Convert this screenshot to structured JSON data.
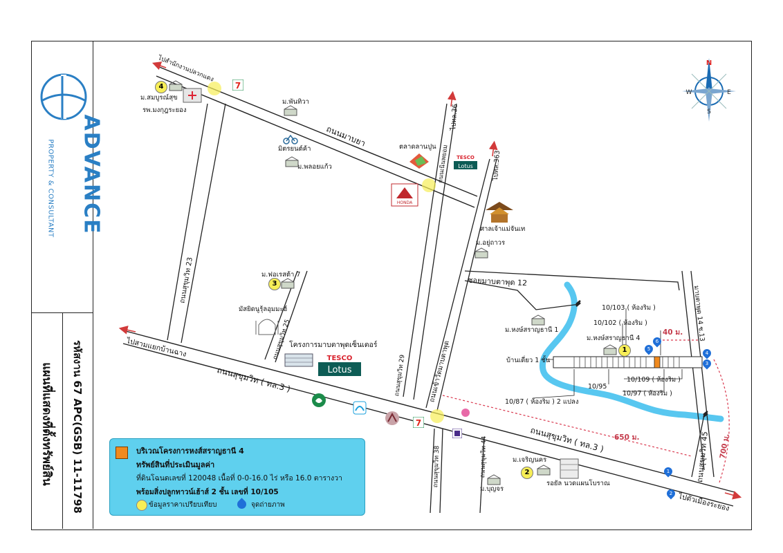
{
  "sidebar": {
    "company_name": "ADVANCE",
    "company_sub": "PROPERTY & CONSULTANT",
    "doc_title": "แผนที่แสดงที่ตั้งทรัพย์สิน",
    "job_code": "รหัสงาน  67 APC(GSB) 11-11798"
  },
  "compass": {
    "n": "N",
    "s": "S",
    "e": "E",
    "w": "W"
  },
  "roads": {
    "maptaphut_road": "ถนนมาบยา",
    "sukhumvit_main": "ถนนสุขุมวิท ( ทล.3 )",
    "sukhumvit_east": "ถนนสุขุมวิท ( ทล.3 )",
    "soi23": "ถนนสุขุมวิท 23",
    "soi25": "ถนนสุขุมวิท 25",
    "soi29": "ถนนสุขุมวิท 29",
    "soi38": "ถนนสุขุมวิท 38",
    "soi44": "ถนนสุขุมวิท 44",
    "soi45": "ถนนสุขุมวิท 45",
    "nernpayom": "ถนนเนินพยอม",
    "wat_maptaphut": "ถนนเข้าวัดมาบตาพุด",
    "soi_maptaphut12": "ซอยมาบตาพุด 12",
    "maptaphut_1413": "มาบตาพุด 14 ซ.13",
    "to_bankai": "ไปสามแยกบ้านฉาง",
    "to_pluak_daeng": "ไปสำนักงานปลวกแดง",
    "to_rd36": "ไปทล.36",
    "to_rd363": "ไปทล.363",
    "to_rayong": "ไปตัวเมืองระยอง"
  },
  "places": {
    "m_sombun": "ม.สมบูรณ์สุข",
    "hospital": "รพ.มงกุฎระยอง",
    "m_phanthiwa": "ม.พันทิวา",
    "mitr": "มิตรยนต์ค้า",
    "m_phloyaew": "ม.พลอยแก้ว",
    "market": "ตลาดลานปูน",
    "shrine": "ศาลเจ้าแม่จันเท",
    "m_yuthawon": "ม.อยู่ถาวร",
    "m_forest": "ม.ฟอเรสต้า 7",
    "mosque": "มัสยิดนูรุ้ลอุมมะฮ์",
    "center": "โครงการมาบตาพุดเซ็นเตอร์",
    "m_hong1": "ม.หงษ์สราญธานี 1",
    "m_hong4": "ม.หงษ์สราญธานี 4",
    "house1": "บ้านเดี่ยว 1 ชั้น",
    "m_charoen": "ม.เจริญนคร",
    "massage": "รอยัล นวดแผนโบราณ",
    "m_bunchon": "ม.บุญจร",
    "tesco": "TESCO",
    "lotus": "Lotus",
    "honda": "HONDA"
  },
  "plot_labels": {
    "p10103": "10/103 ( ห้องริม )",
    "p10102": "10/102 ( ห้องริม )",
    "p10109": "10/109 ( ห้องริม )",
    "p10097": "10/97 ( ห้องริม )",
    "p1095": "10/95",
    "p1087": "10/87 ( ห้องริม ) 2 แปลง"
  },
  "distances": {
    "d40": "40 ม.",
    "d650": "650 ม.",
    "d700": "700 ม."
  },
  "markers": {
    "comp1": "1",
    "comp2": "2",
    "comp3": "3",
    "comp4": "4",
    "photo1": "1",
    "photo2": "2",
    "photo3": "3",
    "photo4": "4",
    "photo5": "5",
    "photo6": "6"
  },
  "legend": {
    "project": "บริเวณโครงการหงส์สราญธานี 4",
    "subject": "ทรัพย์สินที่ประเมินมูลค่า",
    "land": "ที่ดินโฉนดเลขที่ 120048 เนื้อที่ 0-0-16.0 ไร่ หรือ 16.0 ตารางวา",
    "building": "พร้อมสิ่งปลูกทาวน์เฮ้าส์ 2 ชั้น เลขที่ 10/105",
    "comparable": "ข้อมูลราคาเปรียบเทียบ",
    "photo_point": "จุดถ่ายภาพ"
  },
  "colors": {
    "yellow_marker": "#f7ee57",
    "blue_marker": "#1f6fd8",
    "canal": "#58c7f0",
    "legend_bg": "#5fd0ee",
    "subject_orange": "#f08a1e",
    "brand_blue": "#2a7fc4",
    "red_dash": "#d9364c"
  }
}
